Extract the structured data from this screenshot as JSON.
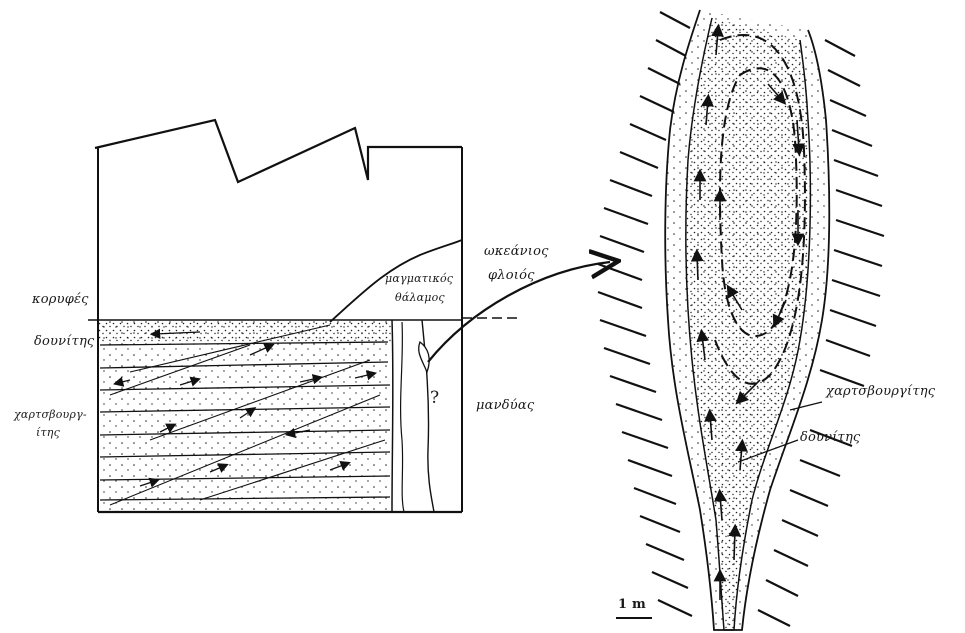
{
  "left_block": {
    "label_top": "κορυφές",
    "label_dunites": "δουνίτης",
    "label_harz_1": "χαρτσβουργ-",
    "label_harz_2": "ίτης",
    "label_chamber_1": "μαγματικός",
    "label_chamber_2": "θάλαμος",
    "label_ocean_1": "ωκεάνιος",
    "label_ocean_2": "φλοιός",
    "label_question": "?",
    "label_mantle": "μανδύας"
  },
  "right_block": {
    "label_harzburgite": "χαρτσβουργίτης",
    "label_dunite": "δουνίτης",
    "scale_label": "1 m"
  }
}
